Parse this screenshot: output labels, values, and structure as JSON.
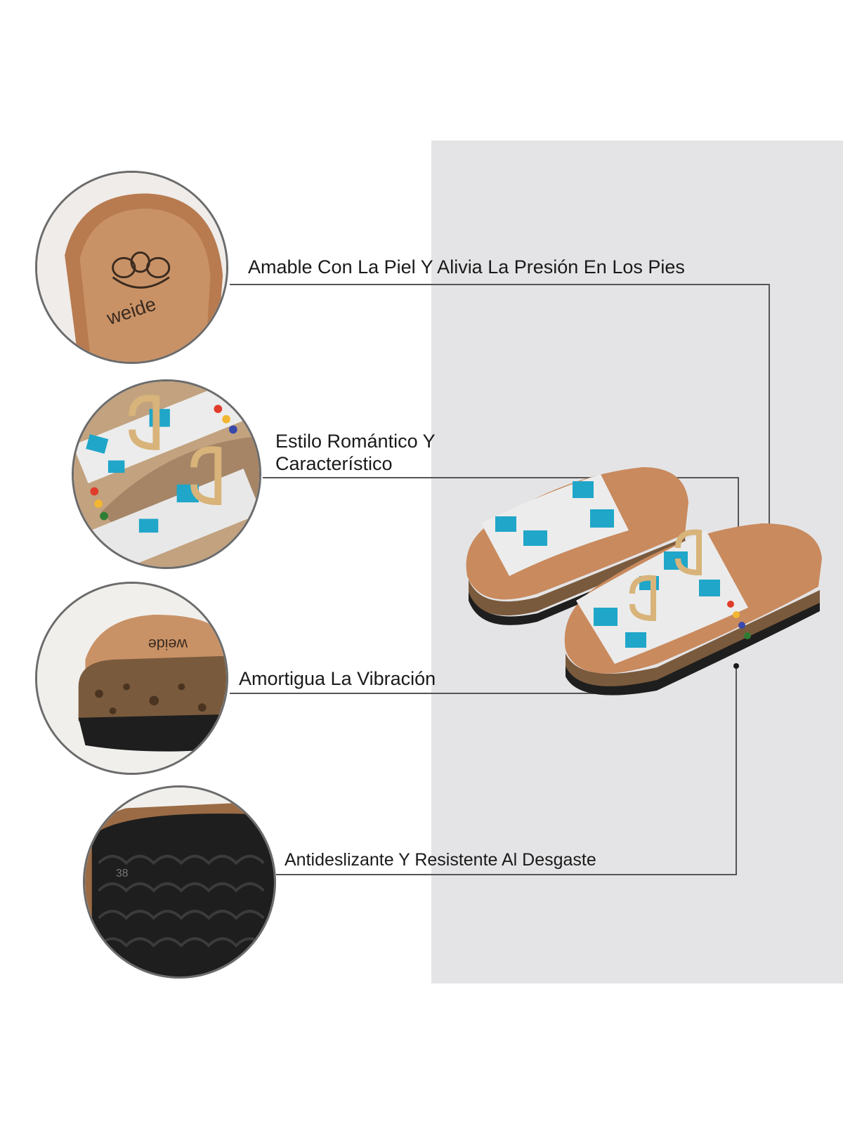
{
  "features": [
    {
      "id": "insole",
      "icon": "insole-logo-icon",
      "label": "Amable Con La Piel Y Alivia La Presión En Los Pies"
    },
    {
      "id": "strap",
      "icon": "beaded-strap-icon",
      "label_lines": [
        "Estilo Romántico Y",
        "Característico"
      ]
    },
    {
      "id": "cork",
      "icon": "cork-heel-icon",
      "label": "Amortigua La Vibración"
    },
    {
      "id": "outsole",
      "icon": "tread-outsole-icon",
      "label": "Antideslizante Y Resistente Al Desgaste"
    }
  ],
  "brand": {
    "logo_text": "weide",
    "size_mark": "38"
  },
  "colors": {
    "background": "#ffffff",
    "panel": "#e4e4e6",
    "cork": "#c8875a",
    "suede": "#c99266",
    "turquoise": "#1fa6c8",
    "outsole": "#1e1e1e",
    "leader_line": "#555555"
  }
}
